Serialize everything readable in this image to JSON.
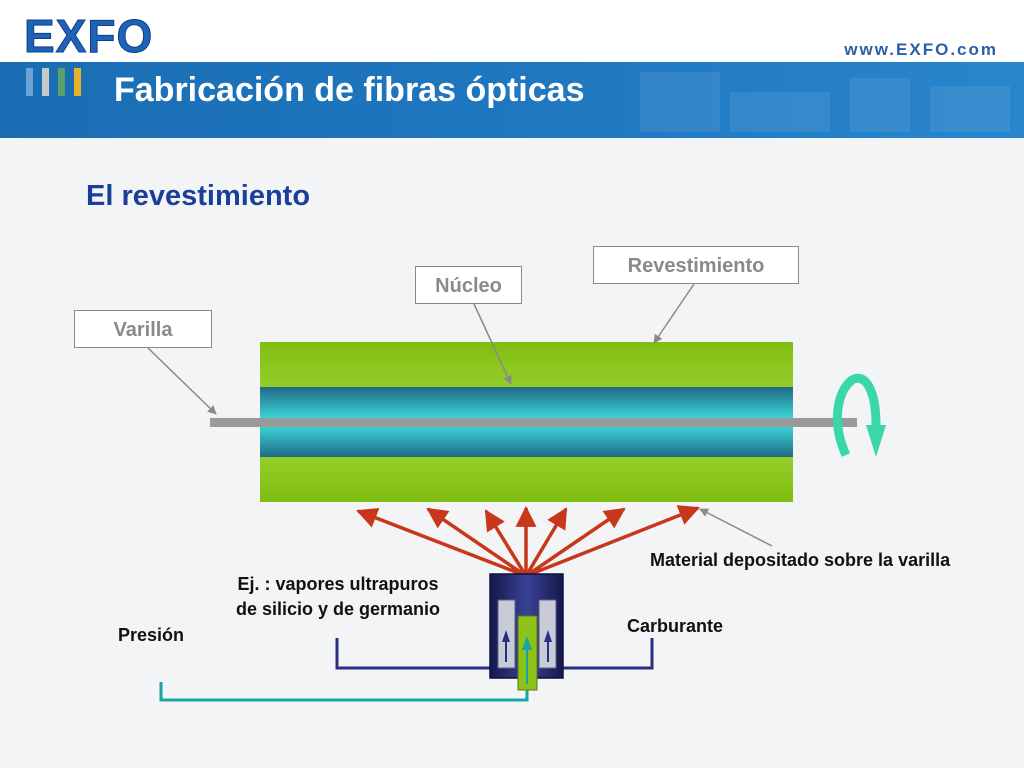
{
  "header": {
    "logo_text": "EXFO",
    "website": "www.EXFO.com",
    "title": "Fabricación de fibras ópticas",
    "bar_colors": [
      "#6aa3d8",
      "#c9c9c9",
      "#5aa06a",
      "#e5b32a"
    ]
  },
  "slide": {
    "subtitle": "El revestimiento"
  },
  "callouts": {
    "rod": "Varilla",
    "core": "Núcleo",
    "cladding": "Revestimiento"
  },
  "labels": {
    "material": "Material depositado sobre la varilla",
    "vapors_line1": "Ej. : vapores ultrapuros",
    "vapors_line2": "de silicio y de germanio",
    "fuel": "Carburante",
    "pressure": "Presión"
  },
  "colors": {
    "banner_blue": "#1f78c0",
    "subtitle_blue": "#1a3f9a",
    "cladding_green": "#8cc21a",
    "core_teal": "#2bb7bf",
    "rod_gray": "#9a9a9a",
    "flame_red": "#c8371a",
    "burner_navy": "#22266e",
    "pipe_teal": "#1aa3a3",
    "rotation_green": "#3ad8a8"
  }
}
